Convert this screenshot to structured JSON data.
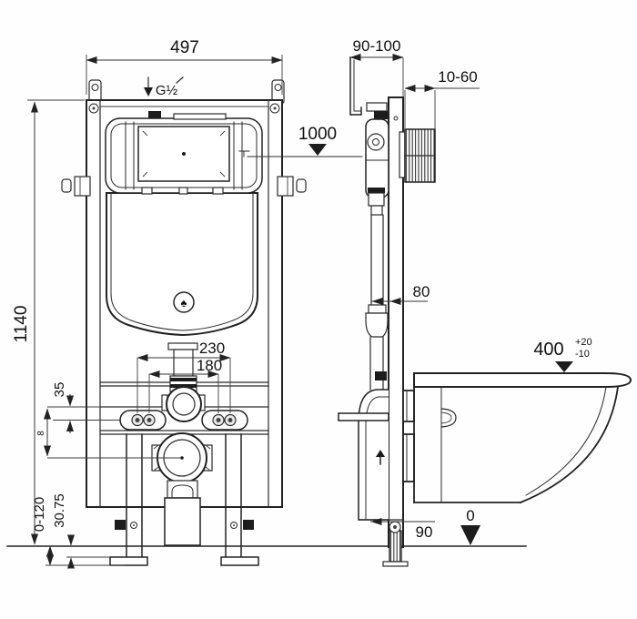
{
  "front_view": {
    "dim_width": "497",
    "supply_label": "G½",
    "dim_height": "1140",
    "level_height": "1000",
    "dim_bolt_outer": "230",
    "dim_bolt_inner": "180",
    "dim_offset_top": "35",
    "dim_small": "8",
    "dim_floor_range": "0-120",
    "dim_foot_height": "30.75",
    "logo_glyph": "♠"
  },
  "side_view": {
    "dim_depth": "90-100",
    "dim_plate_depth": "10-60",
    "dim_pipe": "80",
    "dim_seat_height": "400",
    "tolerance_plus": "+20",
    "tolerance_minus": "-10",
    "dim_outlet_height": "90",
    "datum_level": "0"
  },
  "colors": {
    "line": "#222222",
    "background": "#fefefe"
  }
}
